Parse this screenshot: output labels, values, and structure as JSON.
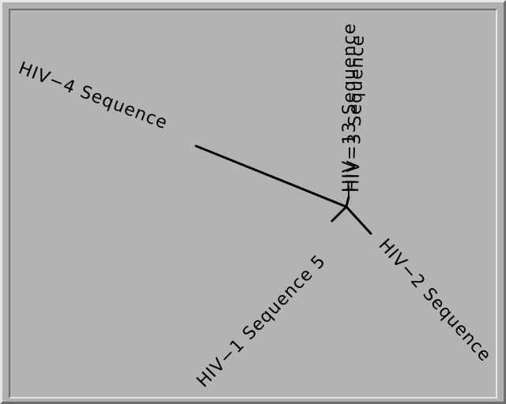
{
  "tree": {
    "leaves": [
      {
        "id": "hiv4",
        "label": "HIV−4 Sequence"
      },
      {
        "id": "hiv1",
        "label": "HIV−1 Sequence 5"
      },
      {
        "id": "hiv2",
        "label": "HIV−2 Sequence"
      },
      {
        "id": "hiv13",
        "label": "HIV−13 Sequence"
      },
      {
        "id": "hiv3",
        "label": "HIV−3 Sequence"
      }
    ]
  }
}
